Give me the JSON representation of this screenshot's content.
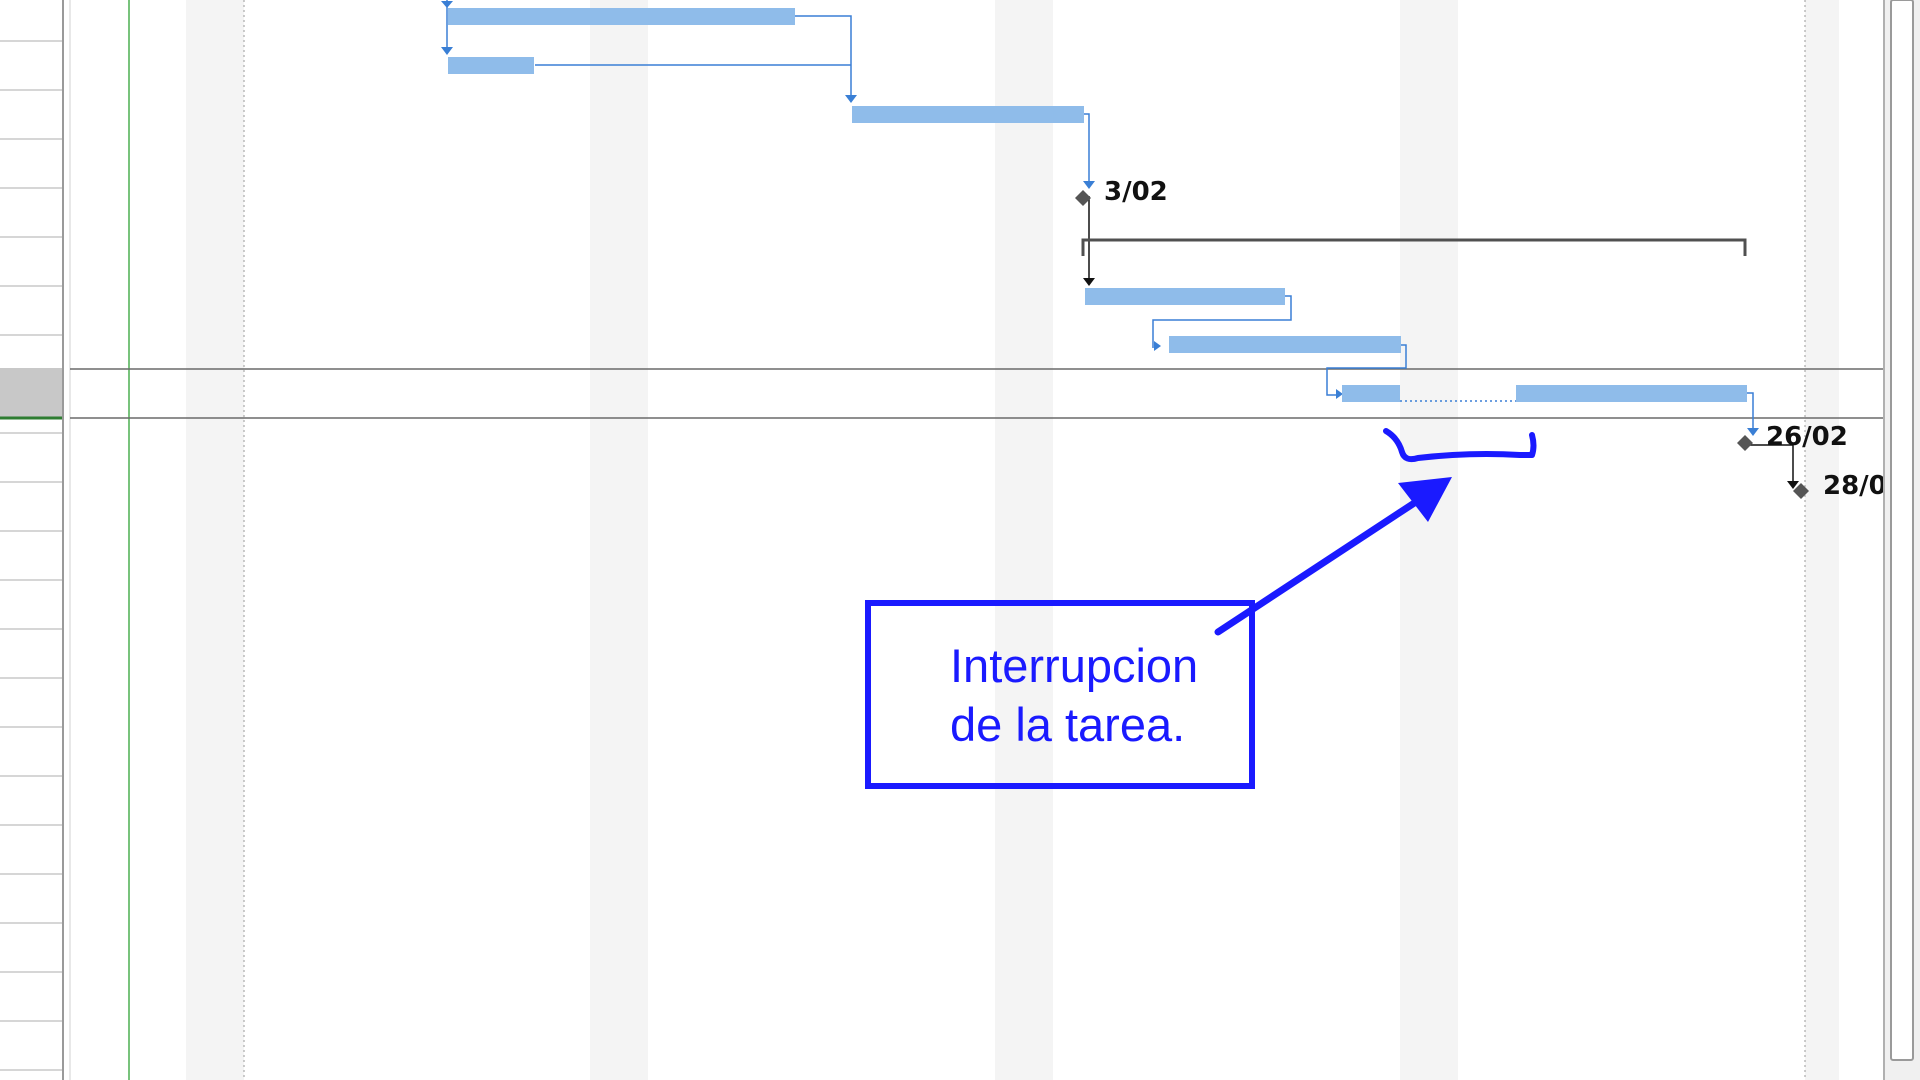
{
  "gantt": {
    "milestones": [
      {
        "name": "milestone-1",
        "label": "3/02"
      },
      {
        "name": "milestone-2",
        "label": "26/02"
      },
      {
        "name": "milestone-3",
        "label": "28/0"
      }
    ],
    "annotation": {
      "line1": "Interrupcion",
      "line2": "de la tarea."
    },
    "colors": {
      "task_bar": "#8fbcea",
      "link": "#3a7fd5",
      "summary": "#505050",
      "milestone": "#555555",
      "annotation": "#1a1aff",
      "weekend_band": "#f4f4f4",
      "today_line": "#4caf50"
    }
  }
}
